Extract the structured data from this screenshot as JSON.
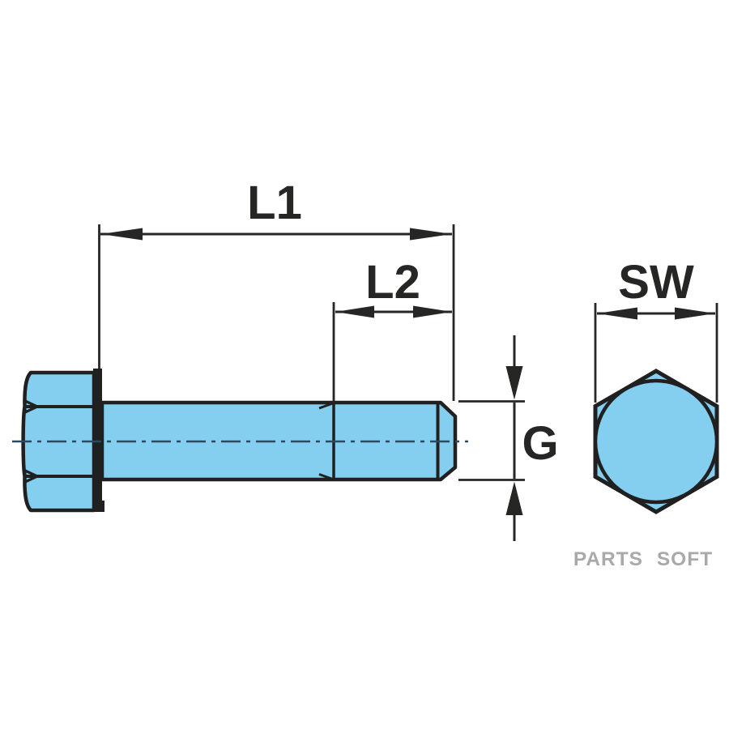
{
  "drawing": {
    "type": "technical-drawing",
    "subject": "hex-head-bolt",
    "views": [
      "bolt-side-view",
      "hex-head-end-view"
    ]
  },
  "colors": {
    "background": "#ffffff",
    "part_fill": "#84cfef",
    "outline": "#202020",
    "dimension_lines": "#262624",
    "centerline": "#2a4a62",
    "watermark": "#a9a9a9"
  },
  "dimension_labels": {
    "overall_length": "L1",
    "thread_length": "L2",
    "thread_diameter": "G",
    "width_across_flats": "SW"
  },
  "watermark": {
    "text": "PARTS SOFT"
  }
}
